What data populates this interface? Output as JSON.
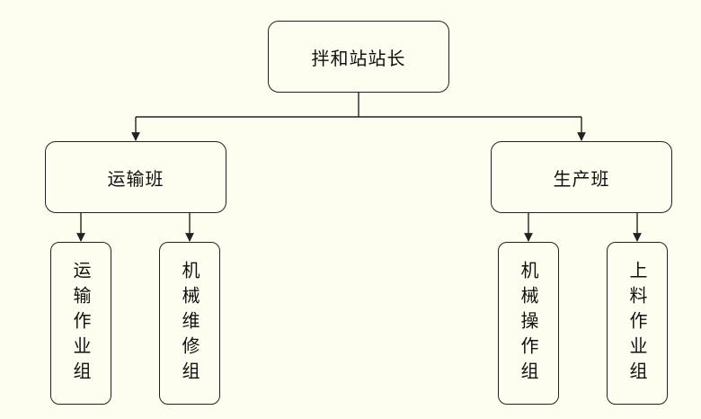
{
  "diagram": {
    "root": {
      "label": "拌和站站长"
    },
    "branches": [
      {
        "label": "运输班",
        "children": [
          {
            "label": "运输作业组"
          },
          {
            "label": "机械维修组"
          }
        ]
      },
      {
        "label": "生产班",
        "children": [
          {
            "label": "机械操作组"
          },
          {
            "label": "上料作业组"
          }
        ]
      }
    ]
  },
  "colors": {
    "background": "#fefef0",
    "line": "#222222"
  }
}
